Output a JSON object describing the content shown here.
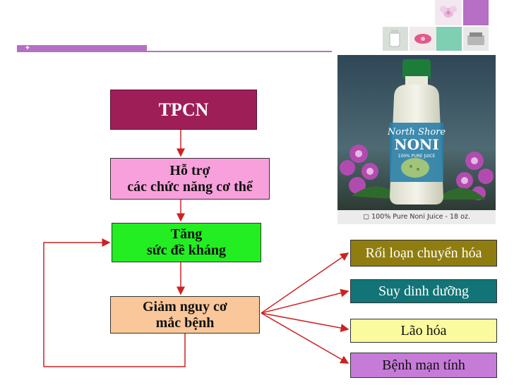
{
  "diagram": {
    "root": "TPCN",
    "support": {
      "line1": "Hỗ trợ",
      "line2": "các chức năng cơ thể"
    },
    "boost": {
      "line1": "Tăng",
      "line2": "sức đề kháng"
    },
    "reduce": {
      "line1": "Giảm nguy cơ",
      "line2": "mắc bệnh"
    },
    "outcomes": [
      {
        "label": "Rối loạn chuyển hóa",
        "color": "#8f7d10"
      },
      {
        "label": "Suy dinh dưỡng",
        "color": "#127476"
      },
      {
        "label": "Lão hóa",
        "color": "#fafa9e"
      },
      {
        "label": "Bệnh mạn tính",
        "color": "#c77bd9"
      }
    ]
  },
  "photo": {
    "bottle_brand": "North Shore",
    "bottle_name": "NONI",
    "bottle_sub": "100% PURE JUICE",
    "caption": "100% Pure Noni Juice - 18 oz."
  },
  "colors": {
    "accent": "#b56fc4",
    "arrow": "#cc2222"
  }
}
